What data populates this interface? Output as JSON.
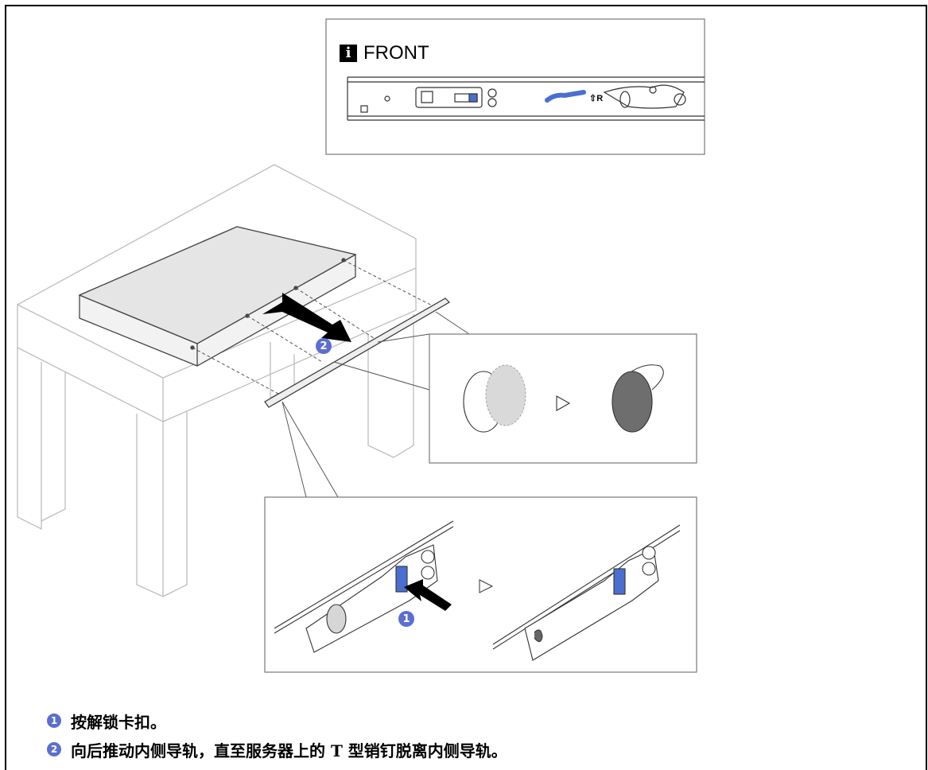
{
  "front_panel": {
    "icon": "info-icon",
    "icon_glyph": "i",
    "label": "FRONT",
    "rail_marking": "⇧R"
  },
  "callouts": {
    "one": "1",
    "two": "2"
  },
  "steps": [
    {
      "number": "1",
      "text": "按解锁卡扣。"
    },
    {
      "number": "2",
      "text": "向后推动内侧导轨，直至服务器上的 T 型销钉脱离内侧导轨。"
    }
  ],
  "colors": {
    "accent_blue": "#5b6fcf",
    "latch_blue": "#4a6fd1"
  }
}
